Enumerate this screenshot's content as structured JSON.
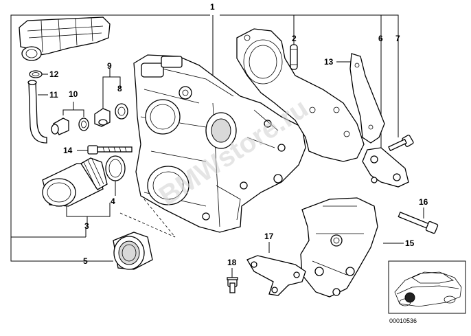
{
  "diagram": {
    "reference_number": "00010536",
    "watermark": "BMWstore.ru",
    "callouts": [
      "1",
      "2",
      "3",
      "4",
      "5",
      "6",
      "7",
      "8",
      "9",
      "10",
      "11",
      "12",
      "13",
      "14",
      "15",
      "16",
      "17",
      "18"
    ]
  }
}
